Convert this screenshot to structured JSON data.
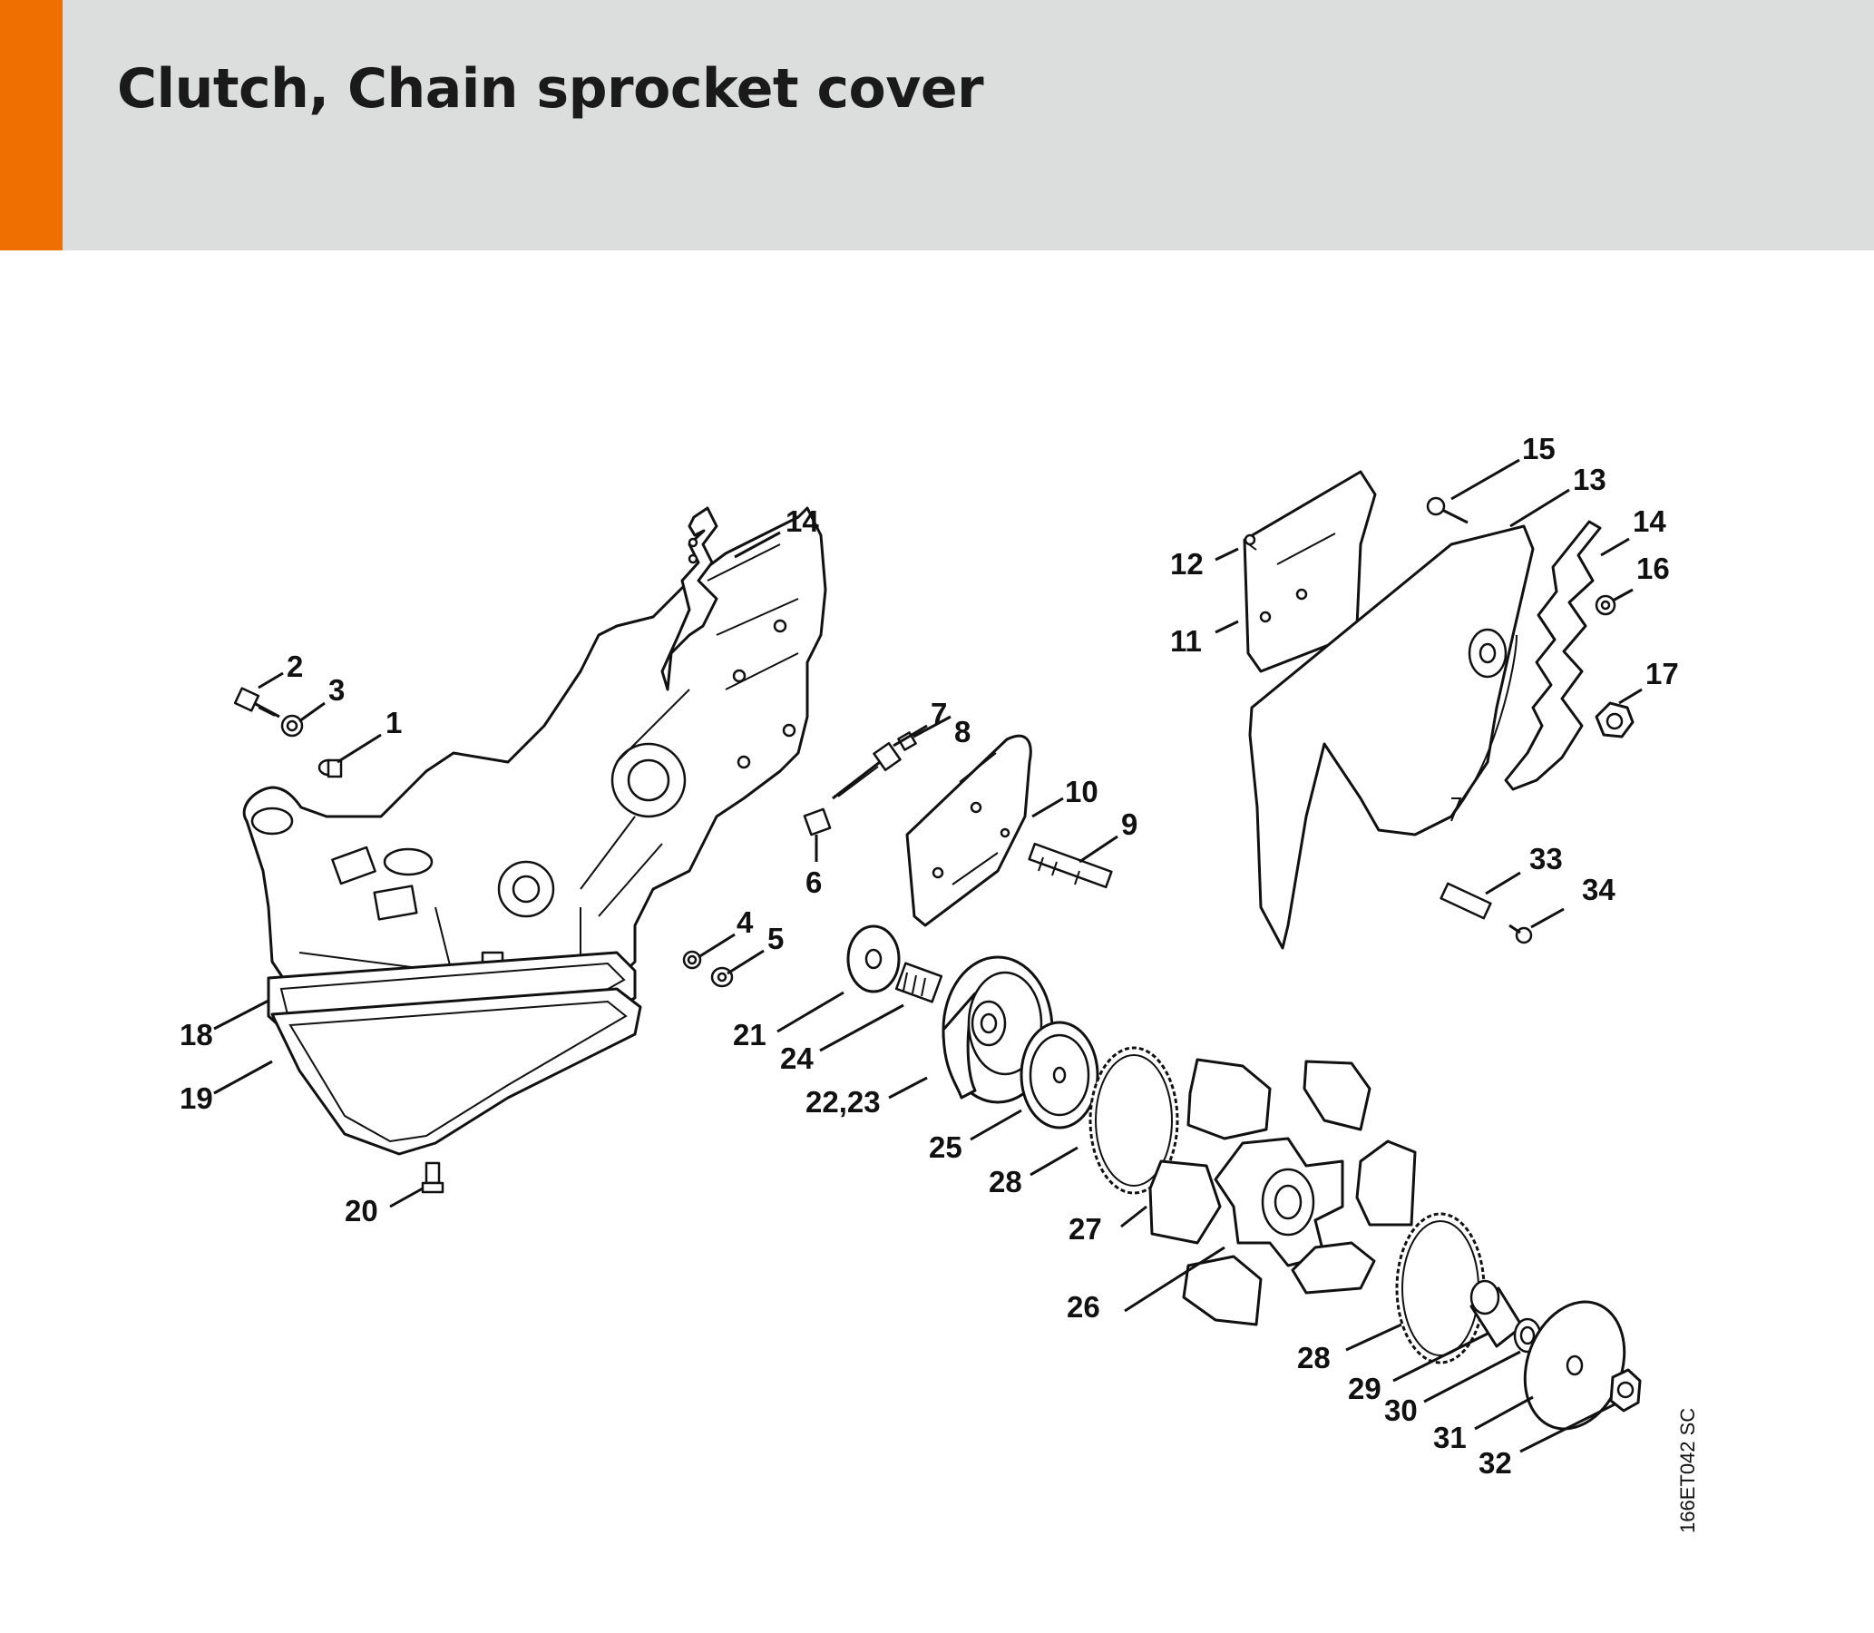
{
  "header": {
    "title": "Clutch, Chain sprocket cover",
    "accent_color": "#ef7000",
    "band_color": "#dcdddd"
  },
  "diagram": {
    "reference_code": "166ET042 SC",
    "callouts": [
      "1",
      "2",
      "3",
      "4",
      "5",
      "6",
      "7",
      "8",
      "9",
      "10",
      "11",
      "12",
      "13",
      "14",
      "14",
      "15",
      "16",
      "17",
      "18",
      "19",
      "20",
      "21",
      "22,23",
      "24",
      "25",
      "26",
      "27",
      "28",
      "28",
      "29",
      "30",
      "31",
      "32",
      "33",
      "34"
    ]
  }
}
